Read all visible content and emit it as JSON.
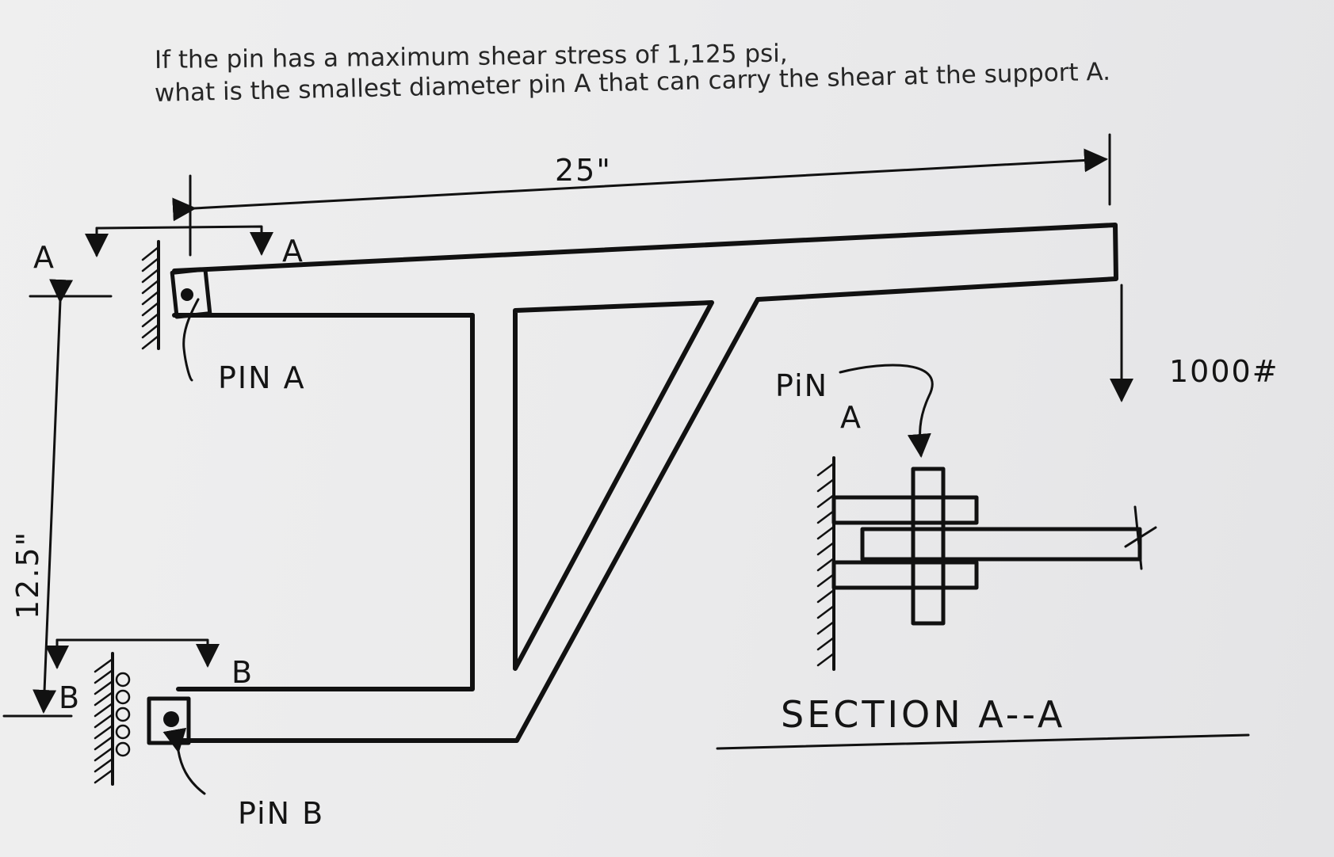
{
  "question": {
    "line1": "If the pin has a maximum shear stress of 1,125 psi,",
    "line2": "what is the smallest diameter pin A that can carry the shear at the support A."
  },
  "labels": {
    "span_dim": "25\"",
    "height_dim": "12.5\"",
    "section_a_left": "A",
    "section_a_right": "A",
    "section_b_left": "B",
    "section_b_right": "B",
    "pin_a": "PIN A",
    "pin_b": "PiN B",
    "load": "1000#",
    "detail_pin_word": "PiN",
    "detail_pin_letter": "A",
    "section_title": "SECTION A--A"
  },
  "colors": {
    "ink": "#111111",
    "paper": "#ebebec",
    "print_text": "#262626"
  }
}
